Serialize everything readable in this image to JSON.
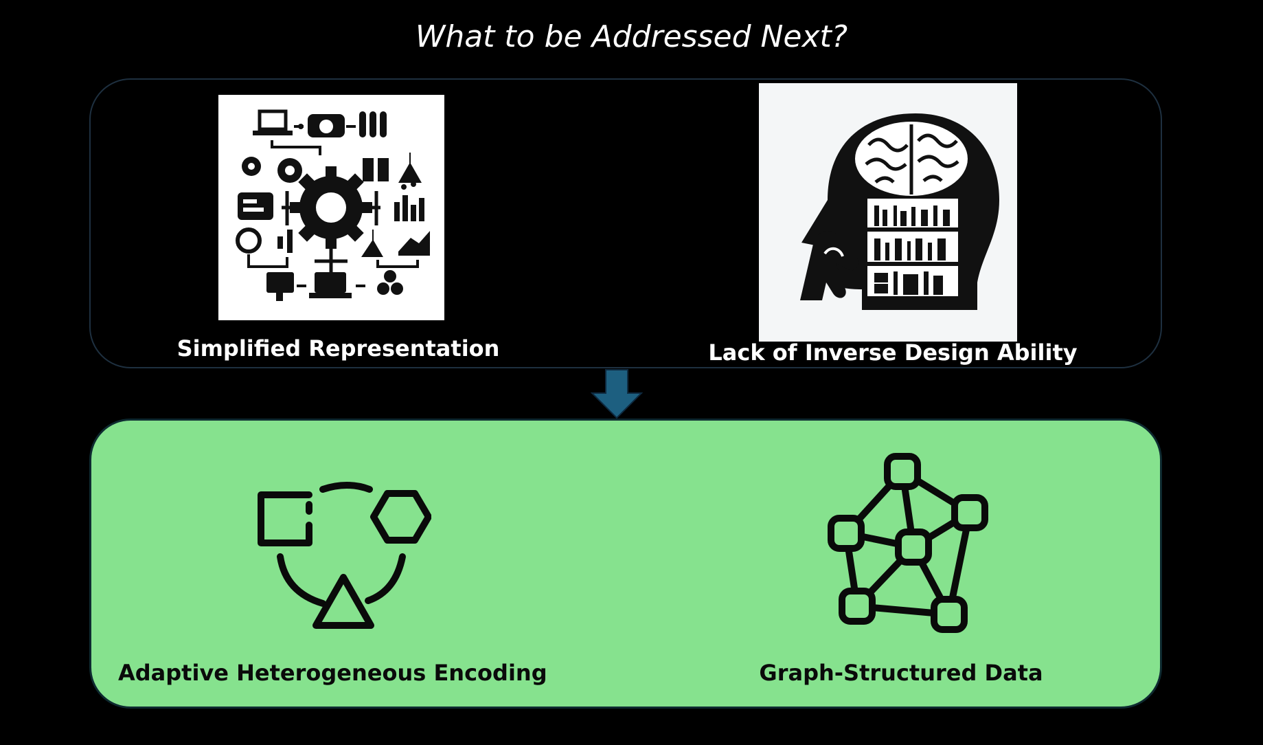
{
  "title": "What to be Addressed Next?",
  "top_items": [
    {
      "label": "Simplified Representation",
      "icon": "lab-equipment-collage-icon"
    },
    {
      "label": "Lack of Inverse Design Ability",
      "icon": "thinking-head-brain-library-icon"
    }
  ],
  "bottom_items": [
    {
      "label": "Adaptive Heterogeneous Encoding",
      "icon": "square-hexagon-triangle-cycle-icon"
    },
    {
      "label": "Graph-Structured Data",
      "icon": "network-graph-icon"
    }
  ],
  "colors": {
    "background": "#000000",
    "top_panel_border": "#1e3040",
    "bottom_panel_fill": "#86e28e",
    "arrow_fill": "#1d5f80"
  }
}
